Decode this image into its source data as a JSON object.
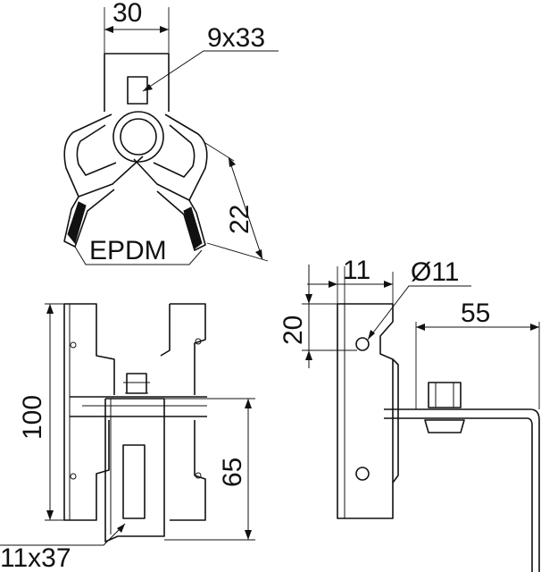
{
  "labels": {
    "top_width": "30",
    "slot_top": "9x33",
    "pad_height": "22",
    "pad_material": "EPDM",
    "side_hole_offset": "11",
    "hole_diameter": "Ø11",
    "hole_height": "20",
    "arm_length": "55",
    "total_height": "100",
    "clamp_height": "65",
    "slot_bottom": "11x37"
  }
}
